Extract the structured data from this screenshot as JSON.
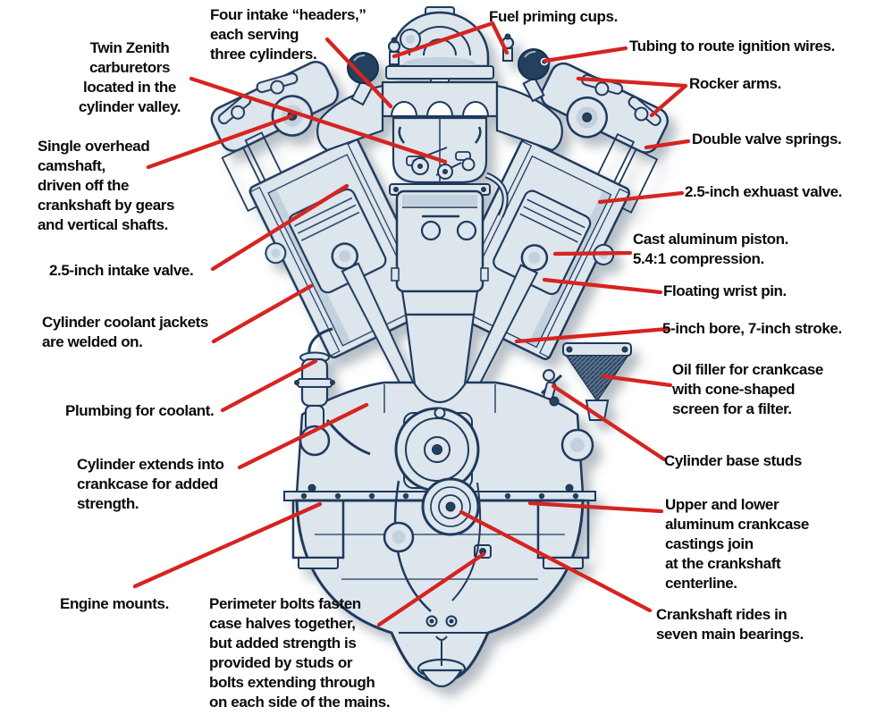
{
  "figure": {
    "subject_hint": "Annotated cross-section diagram of a V-type aircraft engine with red leader lines"
  },
  "colors": {
    "background": "#ffffff",
    "label_text": "#0b0b0b",
    "leader_red": "#d62420",
    "ink_blue": "#1e3a5c",
    "paper_blue": "#dde5ed",
    "dark_fill": "#24405f"
  },
  "labels": {
    "four_intake_headers": {
      "text": "Four intake “headers,”\neach serving\nthree cylinders."
    },
    "fuel_priming_cups": {
      "text": "Fuel priming cups."
    },
    "tubing_ignition_wires": {
      "text": "Tubing to route ignition wires."
    },
    "twin_zenith_carburetors": {
      "text": "Twin Zenith\ncarburetors\nlocated in the\ncylinder valley."
    },
    "rocker_arms": {
      "text": "Rocker arms."
    },
    "double_valve_springs": {
      "text": "Double valve springs."
    },
    "single_overhead_camshaft": {
      "text": "Single overhead\ncamshaft,\ndriven off the\ncrankshaft by gears\nand vertical shafts."
    },
    "exhaust_valve": {
      "text": "2.5-inch exhuast valve."
    },
    "cast_aluminum_piston": {
      "text": "Cast aluminum piston.\n5.4:1 compression."
    },
    "intake_valve": {
      "text": "2.5-inch intake valve."
    },
    "floating_wrist_pin": {
      "text": "Floating wrist pin."
    },
    "coolant_jackets": {
      "text": "Cylinder coolant jackets\nare welded on."
    },
    "bore_stroke": {
      "text": "5-inch bore, 7-inch stroke."
    },
    "oil_filler": {
      "text": "Oil filler for crankcase\nwith cone-shaped\nscreen for a filter."
    },
    "plumbing_for_coolant": {
      "text": "Plumbing for coolant."
    },
    "cylinder_base_studs": {
      "text": "Cylinder base studs"
    },
    "cylinder_extends": {
      "text": "Cylinder extends into\ncrankcase for added\nstrength."
    },
    "upper_lower_crankcase": {
      "text": "Upper and lower\naluminum crankcase\ncastings join\nat the crankshaft\ncenterline."
    },
    "engine_mounts": {
      "text": "Engine mounts."
    },
    "perimeter_bolts": {
      "text": "Perimeter bolts fasten\ncase halves together,\nbut added strength is\nprovided by studs or\nbolts extending through\non each side of the mains."
    },
    "crankshaft_bearings": {
      "text": "Crankshaft rides in\nseven main bearings."
    }
  }
}
